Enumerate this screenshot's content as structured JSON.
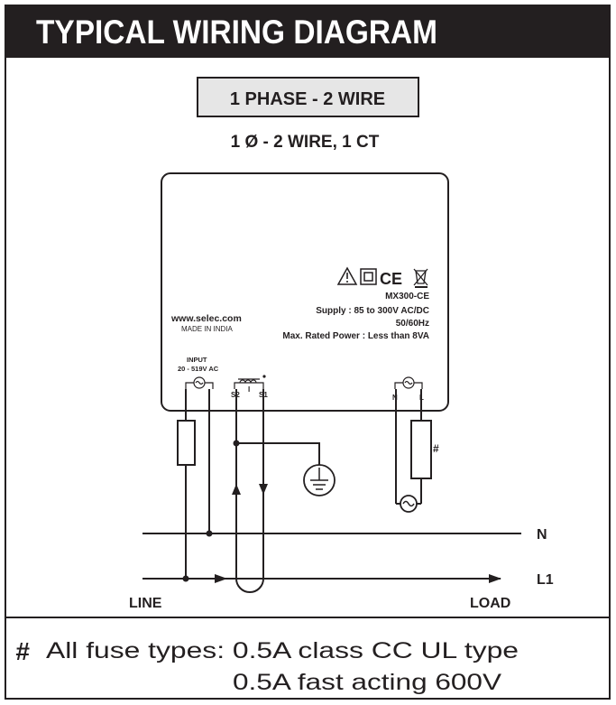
{
  "header": {
    "title": "TYPICAL WIRING DIAGRAM"
  },
  "config": {
    "label": "1 PHASE - 2 WIRE",
    "subtitle": "1 Ø - 2 WIRE, 1 CT"
  },
  "device": {
    "symbols": [
      "warning-triangle-icon",
      "double-insulation-icon",
      "ce-mark-icon",
      "weee-bin-icon"
    ],
    "ce_text": "CE",
    "model": "MX300-CE",
    "supply": "Supply : 85 to 300V AC/DC",
    "frequency": "50/60Hz",
    "max_power": "Max. Rated Power : Less than 8VA",
    "website": "www.selec.com",
    "made_in": "MADE IN INDIA",
    "input_title": "INPUT",
    "input_range": "20 - 519V AC",
    "ct_s2": "S2",
    "ct_i": "I",
    "ct_s1": "S1",
    "aux_n": "N",
    "aux_l": "L"
  },
  "wiring": {
    "fuse_mark": "#",
    "line_n": "N",
    "line_l1": "L1",
    "line_label": "LINE",
    "load_label": "LOAD"
  },
  "footer": {
    "hash": "#",
    "line1": "All fuse types: 0.5A class CC UL type",
    "line2": "0.5A fast acting 600V"
  },
  "colors": {
    "header_bg": "#231f20",
    "header_text": "#ffffff",
    "label_bg": "#e6e6e6",
    "ink": "#231f20"
  }
}
